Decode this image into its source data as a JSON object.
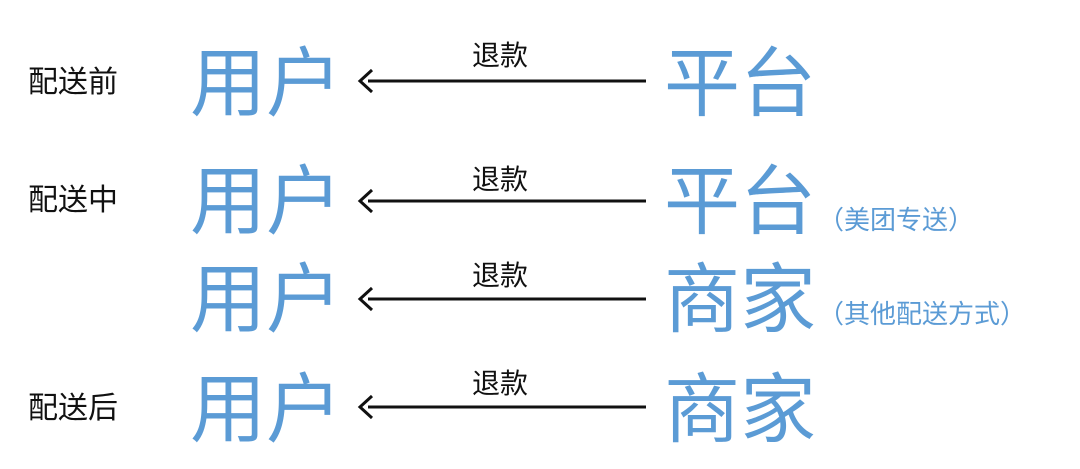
{
  "colors": {
    "party": "#5b9bd5",
    "text": "#111111",
    "arrow": "#111111"
  },
  "flows": [
    {
      "stage": "配送前",
      "from": "用户",
      "action": "退款",
      "to": "平台",
      "note": ""
    },
    {
      "stage": "配送中",
      "from": "用户",
      "action": "退款",
      "to": "平台",
      "note": "（美团专送）"
    },
    {
      "stage": "",
      "from": "用户",
      "action": "退款",
      "to": "商家",
      "note": "（其他配送方式）"
    },
    {
      "stage": "配送后",
      "from": "用户",
      "action": "退款",
      "to": "商家",
      "note": ""
    }
  ]
}
